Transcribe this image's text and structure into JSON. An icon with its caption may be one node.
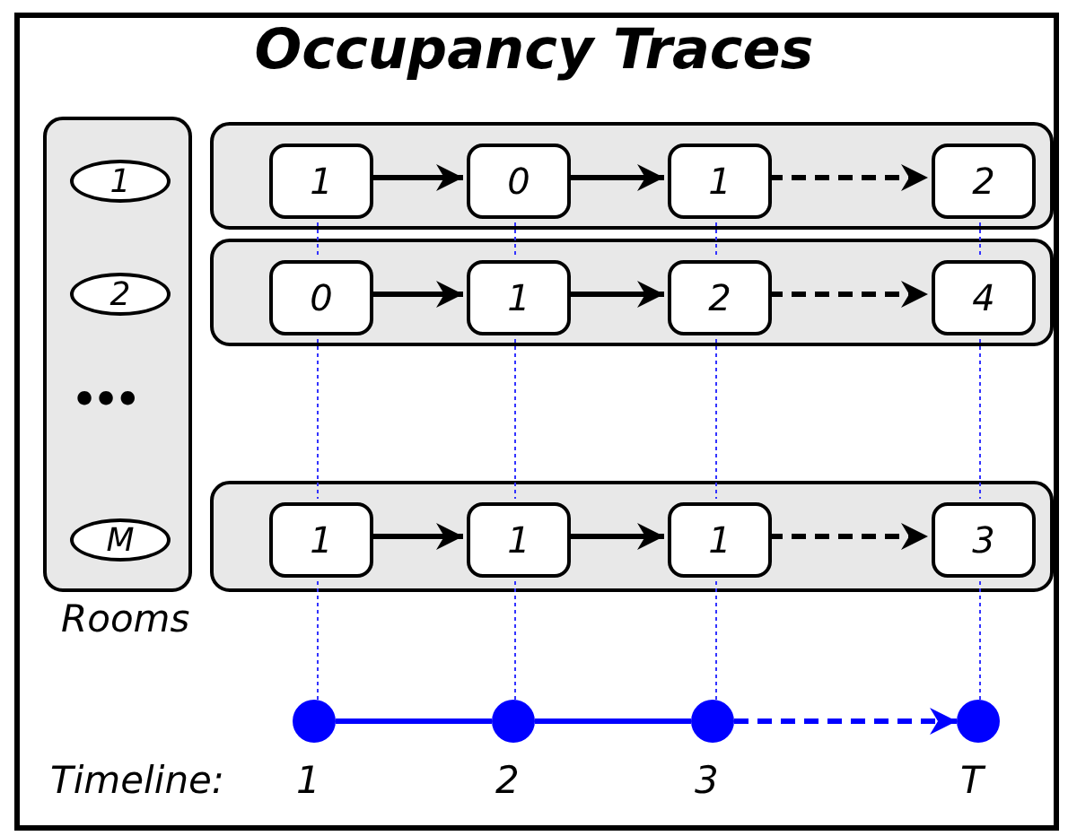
{
  "diagram": {
    "title": "Occupancy Traces",
    "nodes": [
      {
        "text": [
          "Rooms"
        ]
      },
      {
        "text": [
          "1"
        ],
        "in": 0
      },
      {
        "text": [
          "2"
        ],
        "in": 0
      },
      {
        "text": [
          "M"
        ],
        "in": 0
      },
      {
        "text": [],
        "shape": "box"
      },
      {
        "text": [
          "1"
        ],
        "in": 4
      },
      {
        "text": [
          "0"
        ],
        "in": 4
      },
      {
        "text": [
          "1"
        ],
        "in": 4
      },
      {
        "text": [
          "2"
        ],
        "in": 4
      },
      {
        "text": [],
        "shape": "box"
      },
      {
        "text": [
          "0"
        ],
        "in": 9
      },
      {
        "text": [
          "1"
        ],
        "in": 9
      },
      {
        "text": [
          "2"
        ],
        "in": 9
      },
      {
        "text": [
          "4"
        ],
        "in": 9
      },
      {
        "text": [],
        "shape": "box"
      },
      {
        "text": [
          "1"
        ],
        "in": 14
      },
      {
        "text": [
          "1"
        ],
        "in": 14
      },
      {
        "text": [
          "1"
        ],
        "in": 14
      },
      {
        "text": [
          "3"
        ],
        "in": 14
      },
      {
        "text": [],
        "shape": "circle",
        "beside": [
          "1"
        ]
      },
      {
        "text": [],
        "shape": "circle",
        "beside": [
          "2"
        ]
      },
      {
        "text": [],
        "shape": "circle",
        "beside": [
          "3"
        ]
      },
      {
        "text": [],
        "shape": "circle",
        "beside": [
          "T"
        ]
      }
    ],
    "edges": [
      {
        "from": 5,
        "to": 6,
        "arrow": "to",
        "style": "thick",
        "color": "#000000"
      },
      {
        "from": 6,
        "to": 7,
        "arrow": "to",
        "style": "thick",
        "color": "#000000"
      },
      {
        "from": 7,
        "to": 8,
        "arrow": "to",
        "style": "dashed",
        "color": "#000000"
      },
      {
        "from": 10,
        "to": 11,
        "arrow": "to",
        "style": "thick",
        "color": "#000000"
      },
      {
        "from": 11,
        "to": 12,
        "arrow": "to",
        "style": "thick",
        "color": "#000000"
      },
      {
        "from": 12,
        "to": 13,
        "arrow": "to",
        "style": "dashed",
        "color": "#000000"
      },
      {
        "from": 15,
        "to": 16,
        "arrow": "to",
        "style": "thick",
        "color": "#000000"
      },
      {
        "from": 16,
        "to": 17,
        "arrow": "to",
        "style": "thick",
        "color": "#000000"
      },
      {
        "from": 17,
        "to": 18,
        "arrow": "to",
        "style": "dashed",
        "color": "#000000"
      },
      {
        "from": 5,
        "to": 10,
        "arrow": "none",
        "style": "dashed",
        "color": "#3333ff"
      },
      {
        "from": 10,
        "to": 15,
        "arrow": "none",
        "style": "dashed",
        "color": "#3333ff"
      },
      {
        "from": 15,
        "to": 19,
        "arrow": "none",
        "style": "dashed",
        "color": "#3333ff"
      },
      {
        "from": 6,
        "to": 11,
        "arrow": "none",
        "style": "dashed",
        "color": "#3333ff"
      },
      {
        "from": 11,
        "to": 16,
        "arrow": "none",
        "style": "dashed",
        "color": "#3333ff"
      },
      {
        "from": 16,
        "to": 20,
        "arrow": "none",
        "style": "dashed",
        "color": "#3333ff"
      },
      {
        "from": 7,
        "to": 12,
        "arrow": "none",
        "style": "dashed",
        "color": "#3333ff"
      },
      {
        "from": 12,
        "to": 17,
        "arrow": "none",
        "style": "dashed",
        "color": "#3333ff"
      },
      {
        "from": 17,
        "to": 21,
        "arrow": "none",
        "style": "dashed",
        "color": "#3333ff"
      },
      {
        "from": 8,
        "to": 13,
        "arrow": "none",
        "style": "dashed",
        "color": "#3333ff"
      },
      {
        "from": 13,
        "to": 18,
        "arrow": "none",
        "style": "dashed",
        "color": "#3333ff"
      },
      {
        "from": 18,
        "to": 22,
        "arrow": "none",
        "style": "dashed",
        "color": "#3333ff"
      },
      {
        "from": 19,
        "to": 20,
        "arrow": "none",
        "style": "thick",
        "color": "#0000ff"
      },
      {
        "from": 20,
        "to": 21,
        "arrow": "none",
        "style": "thick",
        "color": "#0000ff"
      },
      {
        "from": 21,
        "to": 22,
        "arrow": "to",
        "style": "dashed",
        "color": "#0000ff"
      }
    ],
    "labels": [
      "•••",
      "Timeline:"
    ]
  }
}
